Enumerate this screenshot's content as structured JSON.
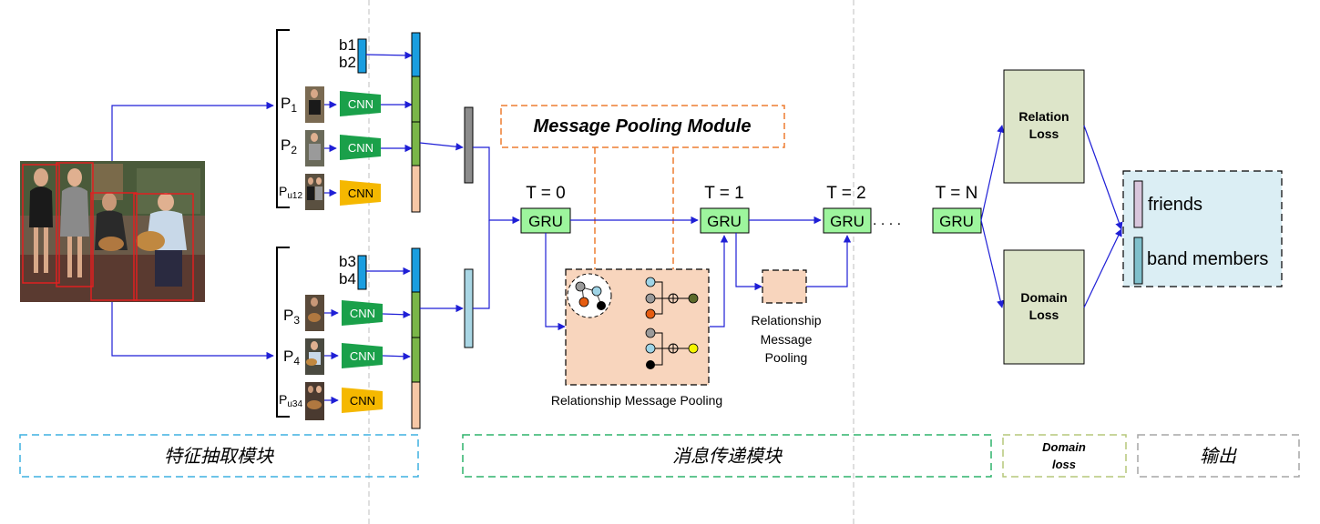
{
  "colors": {
    "arrow": "#1f1fd6",
    "cnn_green": "#1aa04a",
    "cnn_orange": "#f5b800",
    "bar_blue": "#1a9ee0",
    "bar_green": "#7ab648",
    "bar_peach": "#f6c7a6",
    "gru_fill": "#9df59d",
    "pool_fill": "#f8d5bd",
    "loss_fill": "#dde5c9",
    "output_fill": "#dbeef4",
    "orange_dash": "#ed7d31",
    "blue_dash": "#3fb1e0",
    "green_dash": "#2fb36b",
    "olive_dash": "#b6c77a",
    "gray_dash": "#a6a6a6"
  },
  "top_group": {
    "b_top": "b1",
    "b_bottom": "b2",
    "persons": [
      {
        "label": "P",
        "sub": "1",
        "cnn": "CNN"
      },
      {
        "label": "P",
        "sub": "2",
        "cnn": "CNN"
      },
      {
        "label": "P",
        "sub": "u12",
        "cnn": "CNN"
      }
    ]
  },
  "bottom_group": {
    "b_top": "b3",
    "b_bottom": "b4",
    "persons": [
      {
        "label": "P",
        "sub": "3",
        "cnn": "CNN"
      },
      {
        "label": "P",
        "sub": "4",
        "cnn": "CNN"
      },
      {
        "label": "P",
        "sub": "u34",
        "cnn": "CNN"
      }
    ]
  },
  "message_pooling_title": "Message Pooling Module",
  "time_labels": [
    "T = 0",
    "T = 1",
    "T = 2",
    "T = N"
  ],
  "gru_label": "GRU",
  "dots": ". . . .",
  "pool_big_caption": "Relationship Message Pooling",
  "pool_small_caption": [
    "Relationship",
    "Message",
    "Pooling"
  ],
  "relation_loss": [
    "Relation",
    "Loss"
  ],
  "domain_loss": [
    "Domain",
    "Loss"
  ],
  "outputs": [
    "friends",
    "band members"
  ],
  "modules": {
    "feature": "特征抽取模块",
    "message": "消息传递模块",
    "domain": [
      "Domain",
      "loss"
    ],
    "output": "输出"
  }
}
